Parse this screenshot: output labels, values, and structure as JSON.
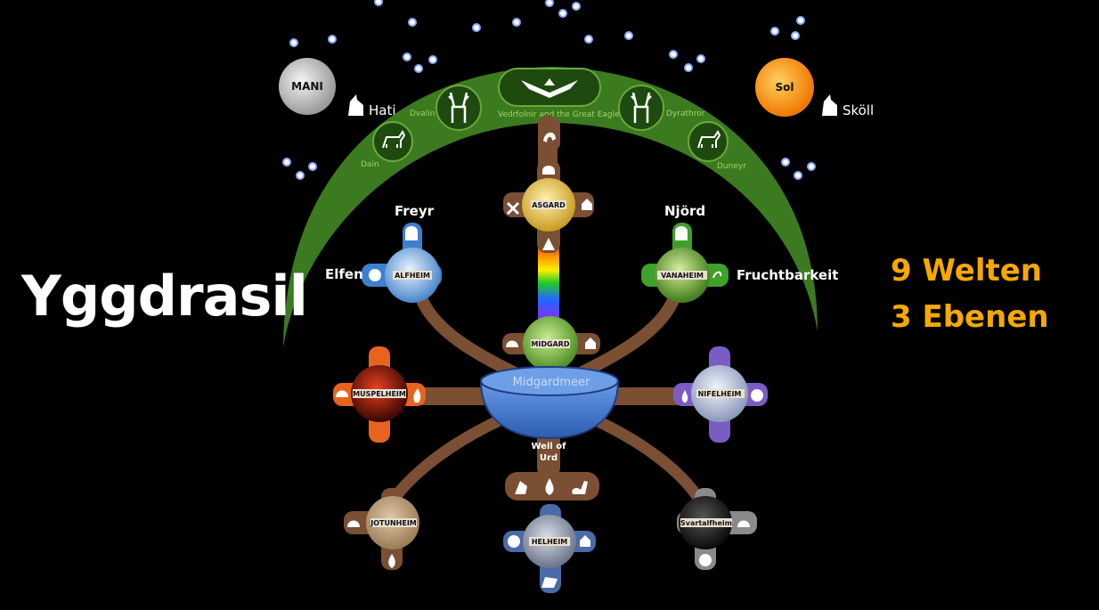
{
  "title": "Yggdrasil",
  "subtitle_worlds": "9 Welten",
  "subtitle_levels": "3 Ebenen",
  "sky": {
    "moon": "MANI",
    "moon_wolf": "Hati",
    "sun": "Sol",
    "sun_wolf": "Sköll"
  },
  "canopy": {
    "eagle": "Vedrfolnir and the Great Eagle",
    "stags": [
      "Dain",
      "Dvalin",
      "Dyrathror",
      "Duneyr"
    ]
  },
  "labels": {
    "freyr": "Freyr",
    "elfen": "Elfen",
    "njord": "Njörd",
    "fruchtbarkeit": "Fruchtbarkeit",
    "midgardmeer": "Midgardmeer",
    "well_line1": "Well of",
    "well_line2": "Urd"
  },
  "worlds": {
    "asgard": "ASGARD",
    "alfheim": "ALFHEIM",
    "vanaheim": "VANAHEIM",
    "midgard": "MIDGARD",
    "muspelheim": "MUSPELHEIM",
    "nifelheim": "NIFELHEIM",
    "jotunheim": "JOTUNHEIM",
    "helheim": "HELHEIM",
    "svartalfheim": "Svartalfheim"
  },
  "colors": {
    "canopy": "#3c7a1f",
    "trunk": "#7a4f33",
    "sea": "#4a7fd0",
    "accent_text": "#f5a800",
    "muspelheim": "#e8641e",
    "nifelheim": "#7b5cc4",
    "vanaheim": "#3fa02a",
    "alfheim": "#3f7fd0",
    "asgard": "#8a5a3a"
  }
}
